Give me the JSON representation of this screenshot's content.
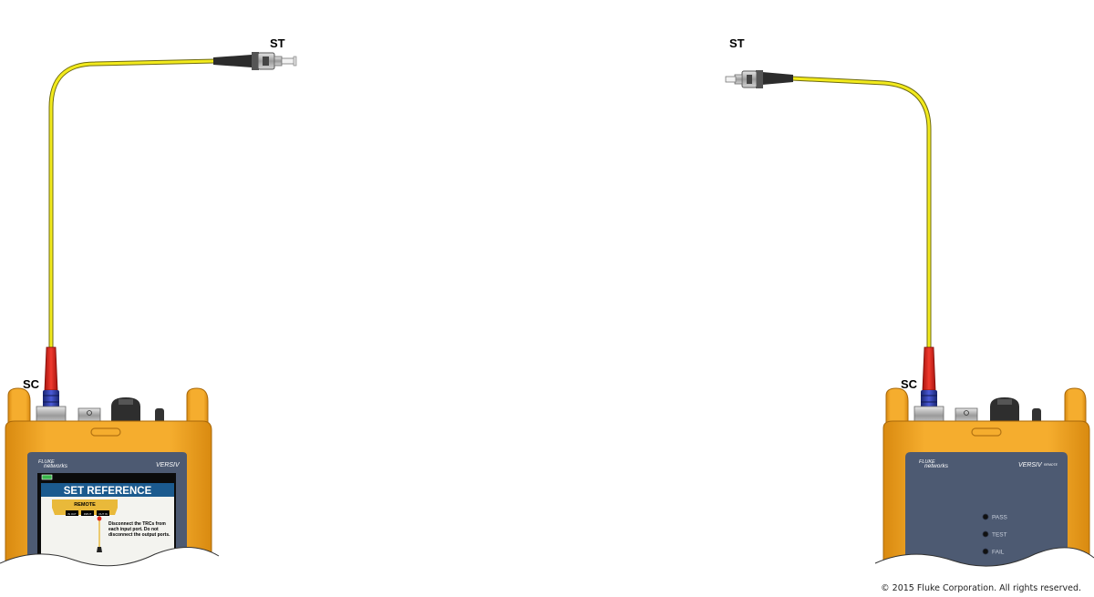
{
  "labels": {
    "left_top": "ST",
    "left_bottom": "SC",
    "right_top": "ST",
    "right_bottom": "SC"
  },
  "main_unit": {
    "brand_line1": "FLUKE",
    "brand_line2": "networks",
    "model": "VERSIV",
    "screen": {
      "title": "SET REFERENCE",
      "panel_label": "REMOTE",
      "ports": [
        "IN OUT",
        "INPUT",
        "OUT IN"
      ],
      "instruction_lines": [
        "Disconnect the TRCs from",
        "each input port. Do not",
        "disconnect the output ports."
      ]
    }
  },
  "remote_unit": {
    "brand_line1": "FLUKE",
    "brand_line2": "networks",
    "model": "VERSIV",
    "model_suffix": "REMOTE",
    "leds": [
      "PASS",
      "TEST",
      "FAIL"
    ]
  },
  "copyright": "© 2015 Fluke Corporation. All rights reserved.",
  "colors": {
    "cable": "#f2ea1c",
    "boot_red": "#e0261b",
    "sc_blue": "#2a3aa8",
    "housing": "#f0a322",
    "faceplate": "#4d5a72",
    "screen_header": "#1b5a8e"
  }
}
